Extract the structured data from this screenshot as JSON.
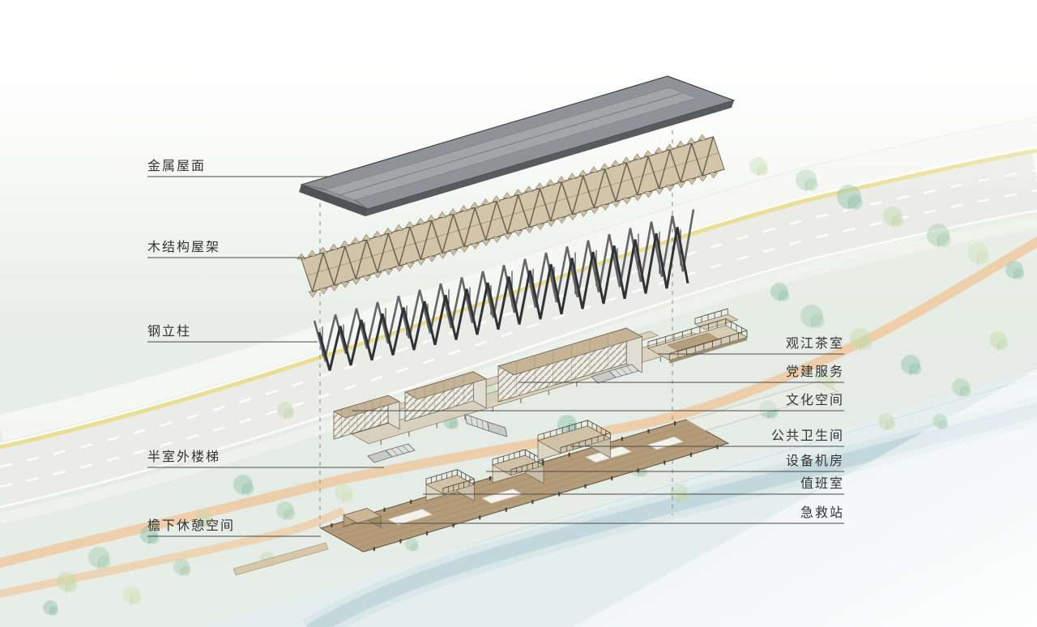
{
  "labels": {
    "left": [
      "金属屋面",
      "木结构屋架",
      "钢立柱",
      "半室外楼梯",
      "檐下休憩空间"
    ],
    "right": [
      "观江茶室",
      "党建服务",
      "文化空间",
      "公共卫生间",
      "设备机房",
      "值班室",
      "急救站"
    ]
  },
  "colors": {
    "background_white": "#ffffff",
    "background_green": "#e9efe8",
    "lawn": "#e3ebe1",
    "plaza": "#e4edee",
    "asphalt": "#ebece7",
    "road_yellow": "#e9dd8f",
    "sidewalk": "#f6f7f2",
    "path_peach": "#efc9a0",
    "stream": "#b9d2d7",
    "water_grid": "#b6c9d3",
    "tree_palette": [
      "#a3cbad",
      "#8dc2a8",
      "#c2d9ab",
      "#cfe2b8"
    ],
    "roof_top": "#8f9296",
    "roof_light": "#a4a7aa",
    "roof_fascia": "#595c5f",
    "roof_edge": "#3b3d3f",
    "truss_wood": "#cfc0a3",
    "truss_line": "#5c5443",
    "steel_dark": "#303336",
    "steel_mid": "#54575b",
    "hatch_bg": "#edebe2",
    "hatch_line": "#8f8c7b",
    "box_top": "#c6b294",
    "platform": "#d7cdb7",
    "platform_edge": "#84785f",
    "deck_wood": "#b49c7a",
    "deck_edge": "#5e5340",
    "deck_dark": "#8a7a5e",
    "deck_light": "#cbb795",
    "wall_tan": "#d8c8aa",
    "slab": "#ecede6",
    "opening": "#f3f3ec",
    "stair_fill": "#dcded9",
    "stair_edge": "#6f7276",
    "guide": "#9a9a98",
    "label_line": "#4a4a4a",
    "label_text": "#333333"
  }
}
